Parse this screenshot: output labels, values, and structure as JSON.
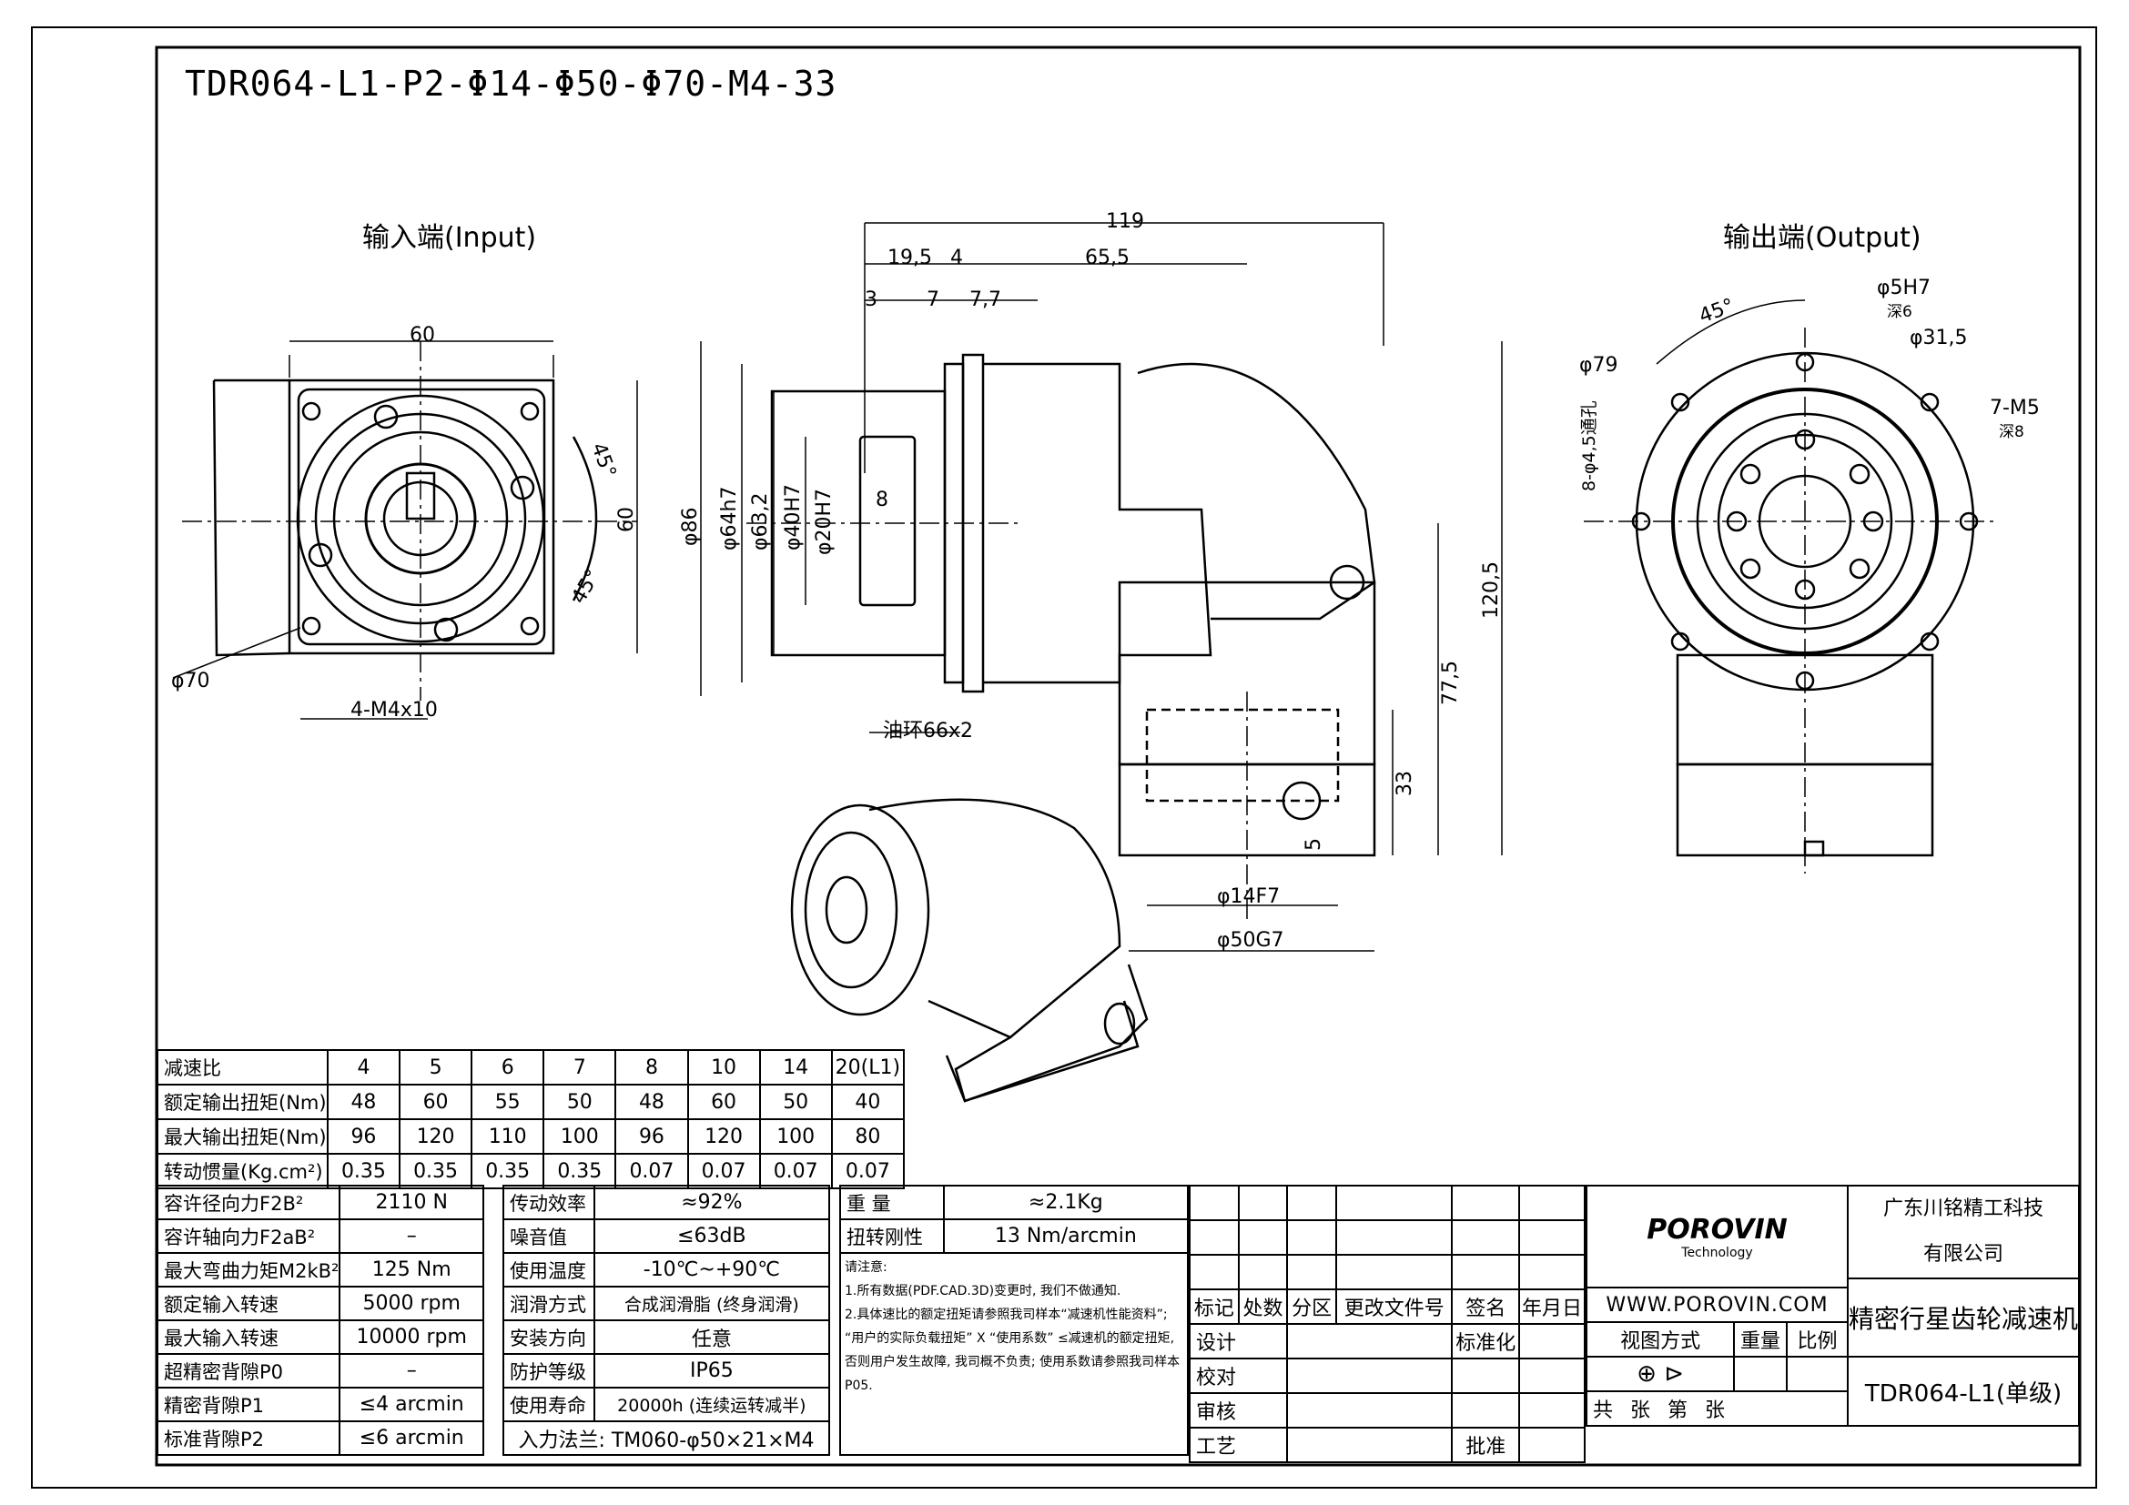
{
  "drawing": {
    "title": "TDR064-L1-P2-Φ14-Φ50-Φ70-M4-33",
    "input_label": "输入端(Input)",
    "output_label": "输出端(Output)"
  },
  "dims": {
    "input": {
      "width": "60",
      "height": "60",
      "angle_a": "45°",
      "angle_b": "45°",
      "pcd": "φ70",
      "thread": "4-M4x10"
    },
    "side": {
      "total": "119",
      "d195": "19,5",
      "d4": "4",
      "d655": "65,5",
      "d3": "3",
      "d7": "7",
      "d77": "7,7",
      "d8": "8",
      "phi86": "φ86",
      "phi64": "φ64h7",
      "phi632": "φ63,2",
      "phi40": "φ40H7",
      "phi20": "φ20H7",
      "oring": "油环66x2",
      "h1205": "120,5",
      "h775": "77,5",
      "h33": "33",
      "h5": "5",
      "phi14": "φ14F7",
      "phi50": "φ50G7"
    },
    "output": {
      "angle": "45°",
      "phi5": "φ5H7",
      "deep6": "深6",
      "phi315": "φ31,5",
      "phi79": "φ79",
      "holes": "8-φ4,5通孔",
      "m5": "7-M5",
      "deep8": "深8"
    }
  },
  "ratio_table": {
    "rows": [
      {
        "label": "减速比",
        "values": [
          "4",
          "5",
          "6",
          "7",
          "8",
          "10",
          "14",
          "20(L1)"
        ]
      },
      {
        "label": "额定输出扭矩(Nm)",
        "values": [
          "48",
          "60",
          "55",
          "50",
          "48",
          "60",
          "50",
          "40"
        ]
      },
      {
        "label": "最大输出扭矩(Nm)",
        "values": [
          "96",
          "120",
          "110",
          "100",
          "96",
          "120",
          "100",
          "80"
        ]
      },
      {
        "label": "转动惯量(Kg.cm²)",
        "values": [
          "0.35",
          "0.35",
          "0.35",
          "0.35",
          "0.07",
          "0.07",
          "0.07",
          "0.07"
        ]
      }
    ]
  },
  "specs": {
    "left": [
      {
        "label": "容许径向力F2B²",
        "value": "2110 N"
      },
      {
        "label": "容许轴向力F2aB²",
        "value": "–"
      },
      {
        "label": "最大弯曲力矩M2kB²",
        "value": "125 Nm"
      },
      {
        "label": "额定输入转速",
        "value": "5000 rpm"
      },
      {
        "label": "最大输入转速",
        "value": "10000 rpm"
      },
      {
        "label": "超精密背隙P0",
        "value": "–"
      },
      {
        "label": "精密背隙P1",
        "value": "≤4 arcmin"
      },
      {
        "label": "标准背隙P2",
        "value": "≤6 arcmin"
      }
    ],
    "mid": [
      {
        "label": "传动效率",
        "value": "≈92%"
      },
      {
        "label": "噪音值",
        "value": "≤63dB"
      },
      {
        "label": "使用温度",
        "value": "-10℃~+90℃"
      },
      {
        "label": "润滑方式",
        "value": "合成润滑脂 (终身润滑)"
      },
      {
        "label": "安装方向",
        "value": "任意"
      },
      {
        "label": "防护等级",
        "value": "IP65"
      },
      {
        "label": "使用寿命",
        "value": "20000h (连续运转减半)"
      }
    ],
    "flange": "入力法兰: TM060-φ50×21×M4",
    "right": [
      {
        "label": "重 量",
        "value": "≈2.1Kg"
      },
      {
        "label": "扭转刚性",
        "value": "13 Nm/arcmin"
      }
    ],
    "notes_title": "请注意:",
    "notes": [
      "1.所有数据(PDF.CAD.3D)变更时, 我们不做通知.",
      "2.具体速比的额定扭矩请参照我司样本“减速机性能资料”;",
      "“用户的实际负载扭矩” X “使用系数” ≤减速机的额定扭矩,",
      "否则用户发生故障, 我司概不负责; 使用系数请参照我司样本",
      "P05."
    ]
  },
  "titleblock": {
    "rev_headers": [
      "标记",
      "处数",
      "分区",
      "更改文件号",
      "签名",
      "年月日"
    ],
    "roles": [
      "设计",
      "校对",
      "审核",
      "工艺"
    ],
    "standardize": "标准化",
    "approve": "批准",
    "logo": "POROVIN",
    "logo_sub": "Technology",
    "website": "WWW.POROVIN.COM",
    "company_1": "广东川铭精工科技",
    "company_2": "有限公司",
    "view_method": "视图方式",
    "weight": "重量",
    "scale": "比例",
    "product": "精密行星齿轮减速机",
    "model": "TDR064-L1(单级)",
    "sheets": "共 张 第 张"
  }
}
